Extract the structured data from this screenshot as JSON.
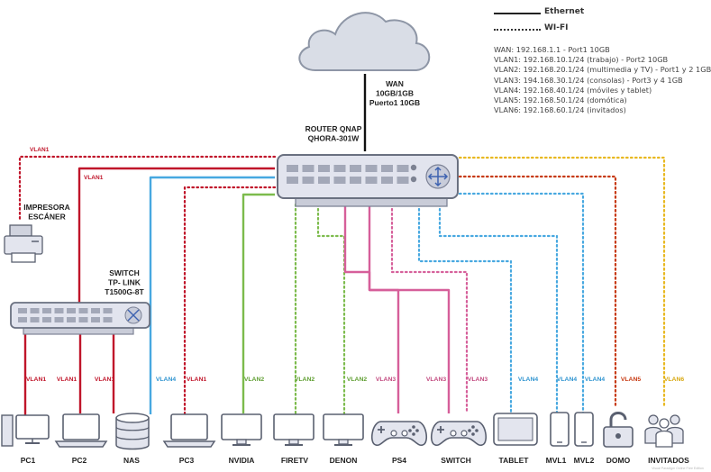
{
  "legend": {
    "ethernet_label": "Ethernet",
    "wifi_label": "WI-FI",
    "ip_lines": [
      "WAN:    192.168.1.1 - Port1 10GB",
      "VLAN1: 192.168.10.1/24 (trabajo) - Port2 10GB",
      "VLAN2: 192.168.20.1/24 (multimedia y TV) - Port1 y 2 1GB",
      "VLAN3: 194.168.30.1/24 (consolas) - Port3 y 4 1GB",
      "VLAN4: 192.168.40.1/24 (móviles y tablet)",
      "VLAN5: 192.168.50.1/24 (domótica)",
      "VLAN6: 192.168.60.1/24 (invitados)"
    ]
  },
  "wan": {
    "lines": [
      "WAN",
      "10GB/1GB",
      "Puerto1 10GB"
    ]
  },
  "router": {
    "lines": [
      "ROUTER QNAP",
      "QHORA-301W"
    ]
  },
  "switch": {
    "lines": [
      "SWITCH",
      "TP- LINK",
      "T1500G-8T"
    ]
  },
  "printer": {
    "lines": [
      "IMPRESORA",
      "ESCÁNER"
    ],
    "vlan": "VLAN1"
  },
  "switch_uplink_vlan": "VLAN1",
  "devices": [
    {
      "id": "pc1",
      "label": "PC1",
      "vlan": "VLAN1",
      "conn": "ethernet",
      "icon": "desktop-pc-icon"
    },
    {
      "id": "pc2",
      "label": "PC2",
      "vlan": "VLAN1",
      "conn": "ethernet",
      "icon": "laptop-icon"
    },
    {
      "id": "nas",
      "label": "NAS",
      "vlan": "VLAN1",
      "conn": "ethernet",
      "icon": "nas-storage-icon"
    },
    {
      "id": "nas-uplink",
      "label": "",
      "vlan": "VLAN4",
      "conn": "ethernet",
      "icon": ""
    },
    {
      "id": "pc3",
      "label": "PC3",
      "vlan": "VLAN1",
      "conn": "wifi",
      "icon": "laptop-icon"
    },
    {
      "id": "nvidia",
      "label": "NVIDIA",
      "vlan": "VLAN2",
      "conn": "ethernet",
      "icon": "monitor-icon"
    },
    {
      "id": "firetv",
      "label": "FIRETV",
      "vlan": "VLAN2",
      "conn": "wifi",
      "icon": "monitor-icon"
    },
    {
      "id": "denon",
      "label": "DENON",
      "vlan": "VLAN2",
      "conn": "wifi",
      "icon": "monitor-icon"
    },
    {
      "id": "ps4",
      "label": "PS4",
      "vlan": "VLAN3",
      "conn": "ethernet",
      "icon": "gamepad-icon"
    },
    {
      "id": "switch-console",
      "label": "SWITCH",
      "vlan": "VLAN3",
      "conn": "ethernet",
      "icon": "gamepad-icon"
    },
    {
      "id": "tablet",
      "label": "TABLET",
      "vlan": "VLAN4",
      "conn": "wifi",
      "icon": "tablet-icon"
    },
    {
      "id": "mvl1",
      "label": "MVL1",
      "vlan": "VLAN4",
      "conn": "wifi",
      "icon": "phone-icon"
    },
    {
      "id": "mvl2",
      "label": "MVL2",
      "vlan": "VLAN4",
      "conn": "wifi",
      "icon": "phone-icon"
    },
    {
      "id": "domo",
      "label": "DOMO",
      "vlan": "VLAN5",
      "conn": "wifi",
      "icon": "padlock-icon"
    },
    {
      "id": "invitados",
      "label": "INVITADOS",
      "vlan": "VLAN6",
      "conn": "wifi",
      "icon": "guests-icon"
    }
  ],
  "vlan_colors": {
    "VLAN1": "#c0152a",
    "VLAN2": "#7cbb4c",
    "VLAN3": "#d65f9a",
    "VLAN4": "#47a8e0",
    "VLAN5": "#c73a12",
    "VLAN6": "#e8b820"
  },
  "vlan_label_colors": {
    "VLAN1": "#c0152a",
    "VLAN2": "#5e9e30",
    "VLAN3": "#c2497f",
    "VLAN4": "#2f94d0",
    "VLAN5": "#c73a12",
    "VLAN6": "#d8a810"
  },
  "watermark": "Visual Paradigm Online Free Edition"
}
